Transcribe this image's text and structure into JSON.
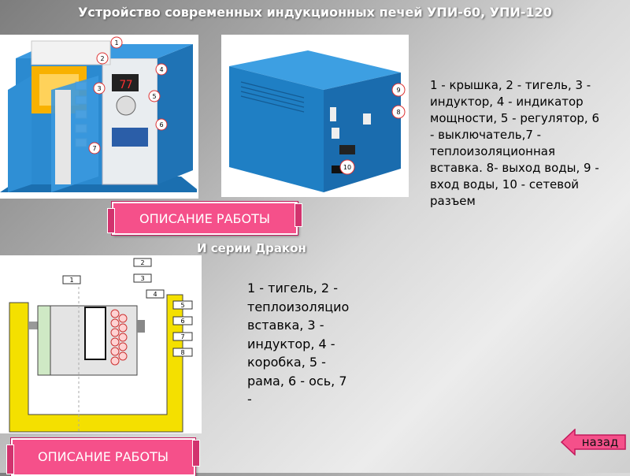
{
  "slide": {
    "title": "Устройство современных индукционных печей УПИ-60, УПИ-120",
    "subtitle": "И серии Дракон"
  },
  "legend_upi": "1 - крышка, 2 - тигель, 3 - индуктор, 4 - индикатор мощности, 5 - регулятор, 6 - выключатель,7 - теплоизоляционная вставка. 8- выход воды, 9 - вход воды, 10 - сетевой разъем",
  "legend_dragon": "1 - тигель, 2 - теплоизоляционная вставка, 3 - индуктор, 4 - коробка, 5 - рама, 6 - ось, 7 -",
  "buttons": {
    "describe_1": "ОПИСАНИЕ РАБОТЫ",
    "describe_2": "ОПИСАНИЕ РАБОТЫ",
    "back": "назад"
  },
  "furnace_open": {
    "display": "77",
    "callouts": [
      "1",
      "2",
      "3",
      "4",
      "5",
      "6",
      "7"
    ]
  },
  "furnace_closed": {
    "callouts": [
      "9",
      "8",
      "10"
    ]
  },
  "dragon": {
    "callouts": [
      "1",
      "2",
      "3",
      "4",
      "5",
      "6",
      "7",
      "8"
    ]
  },
  "colors": {
    "button": "#f5508a",
    "furnace_blue": "#1f7fc4",
    "frame_yellow": "#f4e000"
  }
}
